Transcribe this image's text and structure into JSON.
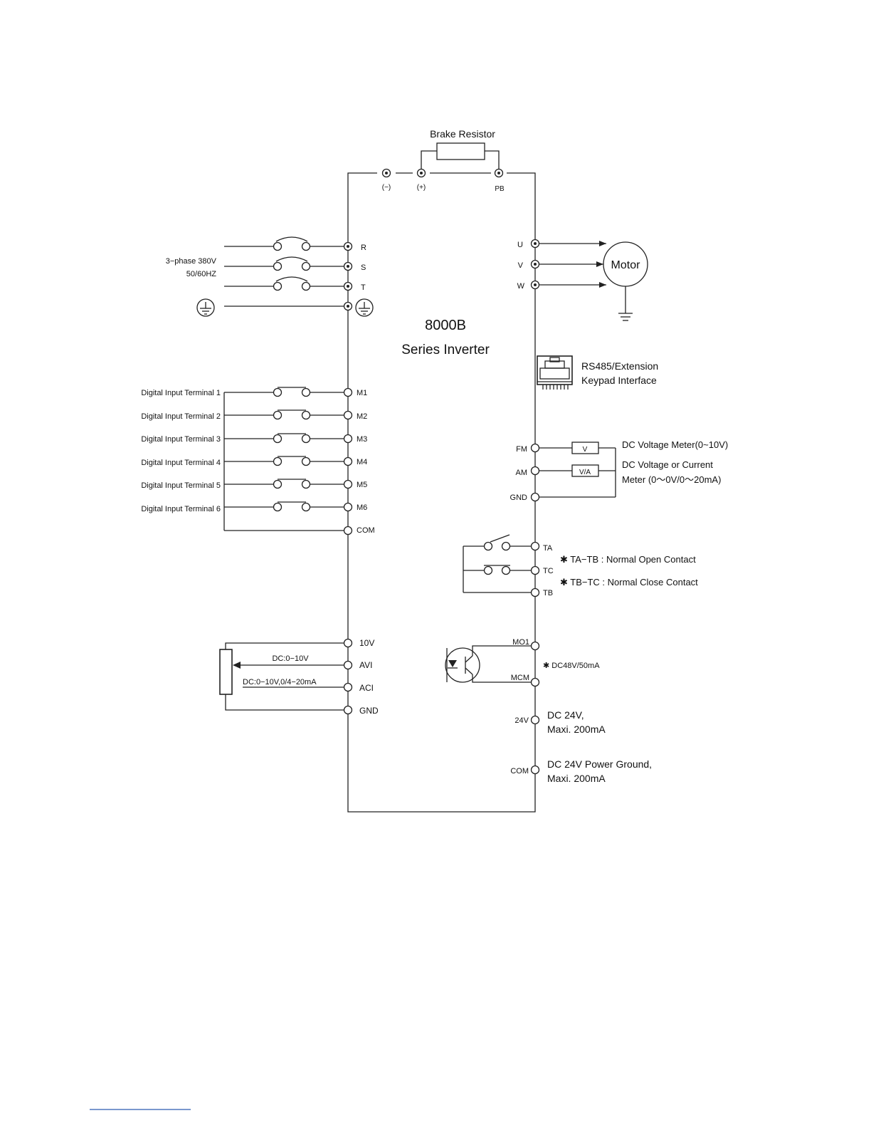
{
  "inverter": {
    "model": "8000B",
    "subtitle": "Series  Inverter"
  },
  "brake": {
    "label": "Brake  Resistor",
    "terminals": [
      "(−)",
      "(+)",
      "PB"
    ]
  },
  "power_input": {
    "line1": "3−phase 380V",
    "line2": "50/60HZ",
    "terminals": [
      "R",
      "S",
      "T"
    ]
  },
  "motor": {
    "label": "Motor",
    "terminals": [
      "U",
      "V",
      "W"
    ]
  },
  "rs485": {
    "line1": "RS485/Extension",
    "line2": "Keypad  Interface"
  },
  "digital_inputs": {
    "labels": [
      "Digital  Input  Terminal 1",
      "Digital  Input  Terminal 2",
      "Digital  Input  Terminal 3",
      "Digital  Input  Terminal 4",
      "Digital  Input  Terminal 5",
      "Digital  Input  Terminal 6"
    ],
    "terminals": [
      "M1",
      "M2",
      "M3",
      "M4",
      "M5",
      "M6",
      "COM"
    ]
  },
  "meters": {
    "terminals": [
      "FM",
      "AM",
      "GND"
    ],
    "v_box": "V",
    "va_box": "V/A",
    "voltage_meter": "DC  Voltage  Meter(0~10V)",
    "current_meter_line1": "DC  Voltage  or  Current",
    "current_meter_line2": "Meter  (0〜0V/0〜20mA)"
  },
  "relay": {
    "terminals": [
      "TA",
      "TC",
      "TB"
    ],
    "note1": "✱ TA−TB : Normal  Open  Contact",
    "note2": "✱ TB−TC : Normal  Close  Contact"
  },
  "analog": {
    "terminals": [
      "10V",
      "AVI",
      "ACI",
      "GND"
    ],
    "avi_range": "DC:0−10V",
    "aci_range": "DC:0−10V,0/4−20mA"
  },
  "open_collector": {
    "terminals": [
      "MO1",
      "MCM"
    ],
    "note": "✱ DC48V/50mA"
  },
  "power_out": {
    "v24_terminal": "24V",
    "v24_line1": "DC 24V,",
    "v24_line2": "Maxi. 200mA",
    "com_terminal": "COM",
    "com_line1": "DC 24V Power Ground,",
    "com_line2": "Maxi. 200mA"
  }
}
